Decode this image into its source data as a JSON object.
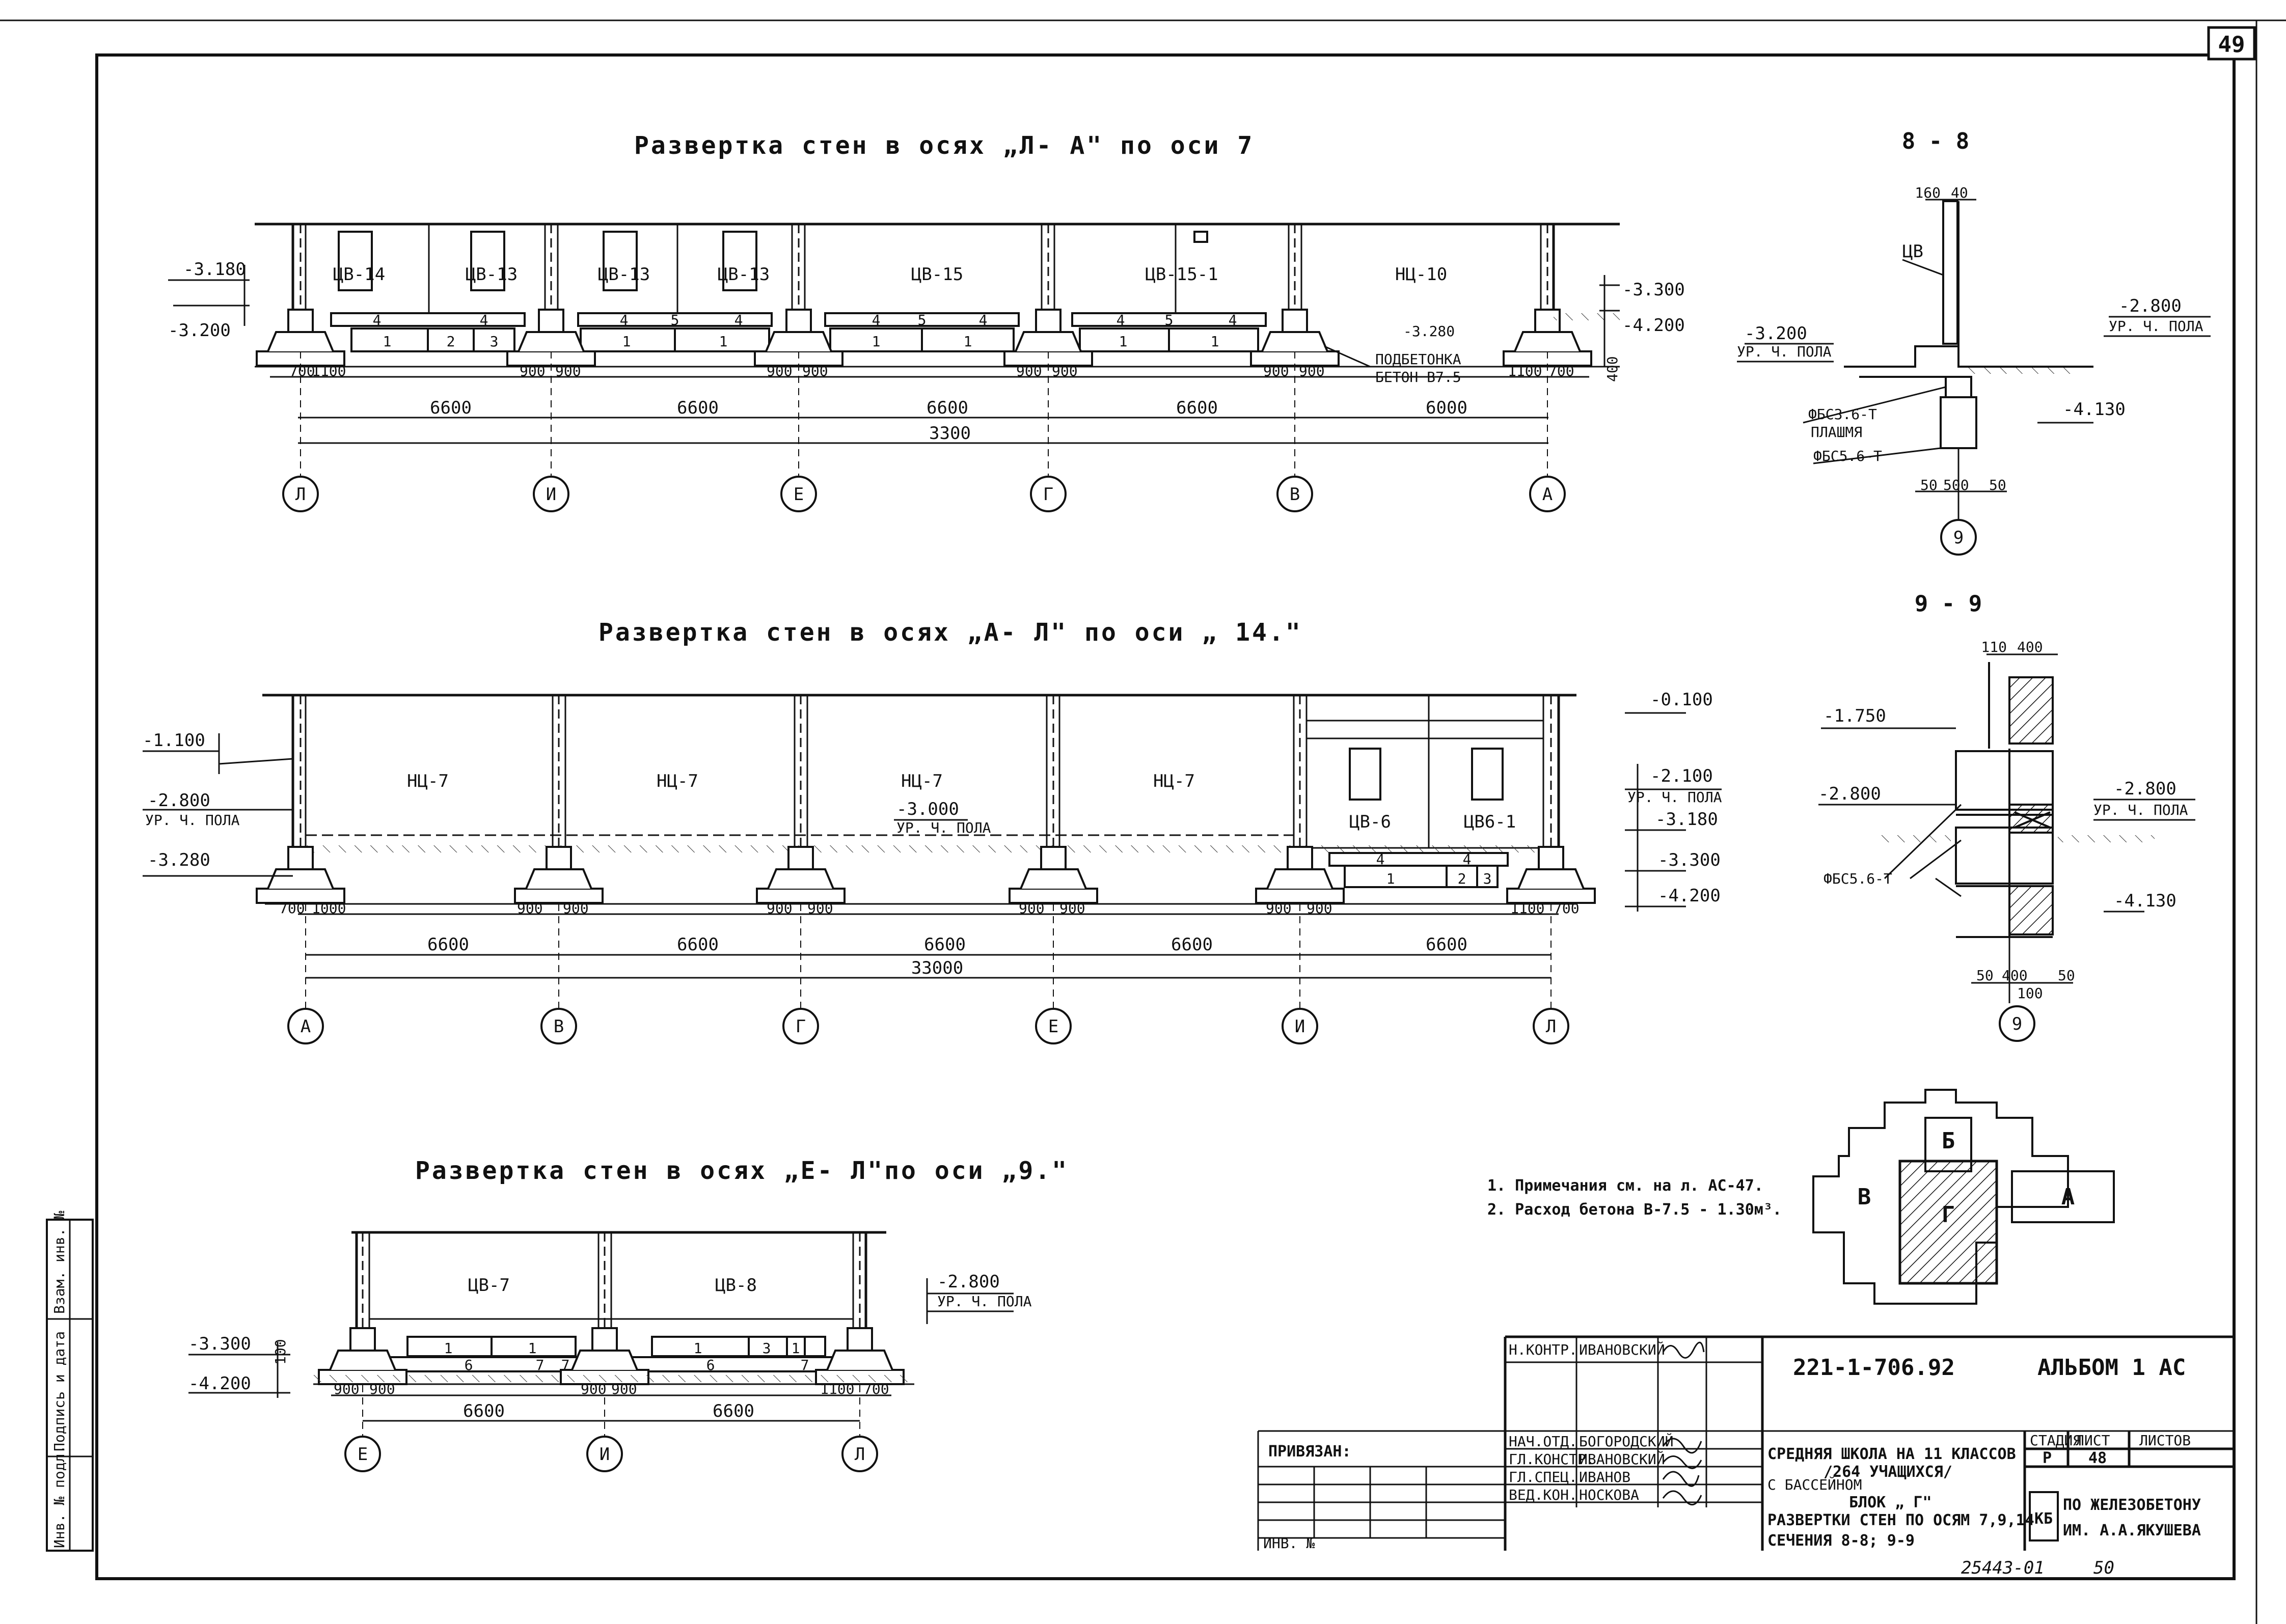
{
  "sheet_number": "49",
  "drawing1": {
    "title": "Развертка стен в осях „Л- А\" по оси 7",
    "panels": [
      "ЦВ-14",
      "ЦВ-13",
      "ЦВ-13",
      "ЦВ-13",
      "ЦВ-15",
      "ЦВ-15-1",
      "НЦ-10"
    ],
    "blocks": [
      "1",
      "2",
      "3",
      "1",
      "1",
      "1",
      "1",
      "1",
      "1"
    ],
    "strip_marks": [
      "4",
      "4",
      "4",
      "5",
      "4",
      "4",
      "5",
      "4",
      "4",
      "5",
      "4"
    ],
    "levels_left": [
      "-3.180",
      "-3.200"
    ],
    "levels_right": [
      "-3.300",
      "-4.200",
      "-3.280"
    ],
    "dim_400": "400",
    "note": "ПОДБЕТОНКА",
    "note2": "БЕТОН В7.5",
    "small_dims": [
      "700",
      "1100",
      "900",
      "900",
      "900",
      "900",
      "900",
      "900",
      "900",
      "900",
      "1100",
      "700"
    ],
    "spans": [
      "6600",
      "6600",
      "6600",
      "6600",
      "6000"
    ],
    "total": "3300",
    "axes": [
      "Л",
      "И",
      "Е",
      "Г",
      "В",
      "А"
    ]
  },
  "drawing2": {
    "title": "Развертка  стен в осях „А- Л\" по  оси „ 14.\"",
    "panels": [
      "НЦ-7",
      "НЦ-7",
      "НЦ-7",
      "НЦ-7",
      "ЦВ-6",
      "ЦВ6-1"
    ],
    "blocks": [
      "1",
      "2",
      "3"
    ],
    "strip_marks": [
      "4",
      "4"
    ],
    "levels_left": [
      "-1.100",
      "-2.800",
      "УР. Ч. ПОЛА",
      "-3.280"
    ],
    "level_mid": "-3.000",
    "level_mid_sub": "УР. Ч. ПОЛА",
    "levels_right": [
      "-0.100",
      "-2.100",
      "УР. Ч. ПОЛА",
      "-3.180",
      "-3.300",
      "-4.200"
    ],
    "small_dims": [
      "700",
      "1000",
      "900",
      "900",
      "900",
      "900",
      "900",
      "900",
      "900",
      "900",
      "1100",
      "700"
    ],
    "spans": [
      "6600",
      "6600",
      "6600",
      "6600",
      "6600"
    ],
    "total": "33000",
    "axes": [
      "А",
      "В",
      "Г",
      "Е",
      "И",
      "Л"
    ]
  },
  "drawing3": {
    "title": "Развертка стен в осях „Е- Л\"по оси „9.\"",
    "panels": [
      "ЦВ-7",
      "ЦВ-8"
    ],
    "blocks": [
      "1",
      "1",
      "1",
      "3",
      "1"
    ],
    "strip_marks": [
      "6",
      "7",
      "7",
      "6",
      "7"
    ],
    "levels_left": [
      "-3.300",
      "-4.200",
      "100"
    ],
    "levels_right": [
      "-2.800",
      "УР. Ч. ПОЛА"
    ],
    "small_dims": [
      "900",
      "900",
      "900",
      "900",
      "1100",
      "700"
    ],
    "spans": [
      "6600",
      "6600"
    ],
    "axes": [
      "Е",
      "И",
      "Л"
    ]
  },
  "section88": {
    "title": "8 - 8",
    "dims_top": [
      "160",
      "40"
    ],
    "panel": "ЦВ",
    "levels": [
      "-2.800",
      "УР. Ч. ПОЛА",
      "-3.200",
      "УР. Ч. ПОЛА",
      "-4.130"
    ],
    "labels": [
      "ФБС3.6-Т",
      "ПЛАШМЯ",
      "ФБС5.6-Т"
    ],
    "dims_bottom": [
      "50",
      "500",
      "50"
    ],
    "axis": "9"
  },
  "section99": {
    "title": "9 - 9",
    "dims_top": [
      "110",
      "400"
    ],
    "levels": [
      "-1.750",
      "-2.800",
      "-2.800",
      "УР. Ч. ПОЛА",
      "-4.130"
    ],
    "label": "ФБС5.6-Т",
    "dims_bottom": [
      "50",
      "400",
      "50",
      "100"
    ],
    "axis": "9"
  },
  "key_plan": {
    "blocks": [
      "Б",
      "В",
      "Г",
      "А"
    ]
  },
  "notes": [
    "1. Примечания см. на л. АС-47.",
    "2. Расход бетона В-7.5 - 1.30м³."
  ],
  "side_stamp": [
    "Инв. № подл.",
    "Подпись и дата",
    "Взам. инв. №"
  ],
  "title_block": {
    "privyazan": "ПРИВЯЗАН:",
    "inv": "ИНВ. №",
    "signers": [
      {
        "role": "Н.КОНТР.",
        "name": "ИВАНОВСКИЙ"
      },
      {
        "role": "НАЧ.ОТД.",
        "name": "БОГОРОДСКИЙ"
      },
      {
        "role": "ГЛ.КОНСТР.",
        "name": "ИВАНОВСКИЙ"
      },
      {
        "role": "ГЛ.СПЕЦ.",
        "name": "ИВАНОВ"
      },
      {
        "role": "ВЕД.КОН.",
        "name": "НОСКОВА"
      }
    ],
    "code": "221-1-706.92",
    "album": "АЛЬБОМ 1  АС",
    "project_l1": "СРЕДНЯЯ ШКОЛА НА 11 КЛАССОВ",
    "project_l2": "/264 УЧАЩИХСЯ/",
    "project_l3": "С БАССЕЙНОМ",
    "stage_h": "СТАДИЯ",
    "sheet_h": "ЛИСТ",
    "sheets_h": "ЛИСТОВ",
    "stage": "Р",
    "sheet": "48",
    "block": "БЛОК „ Г\"",
    "desc_l1": "РАЗВЕРТКИ СТЕН ПО ОСЯМ 7,9,14",
    "desc_l2": "СЕЧЕНИЯ  8-8; 9-9",
    "org_mark": "КБ",
    "org_l1": "ПО ЖЕЛЕЗОБЕТОНУ",
    "org_l2": "ИМ. А.А.ЯКУШЕВА"
  },
  "footer_code": "25443-01",
  "footer_page": "50"
}
